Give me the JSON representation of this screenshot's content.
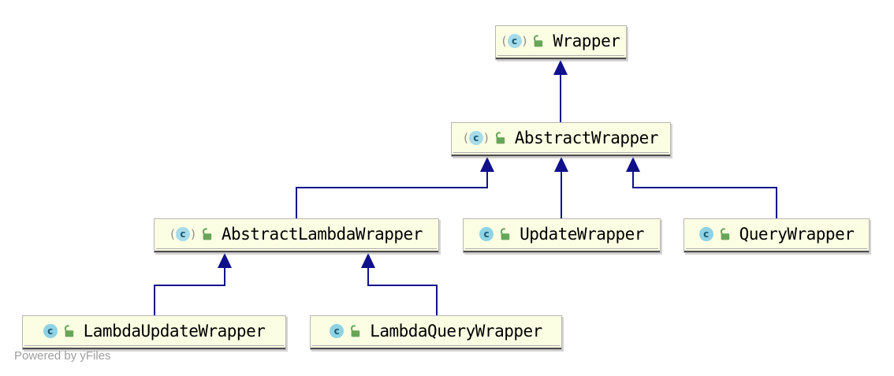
{
  "diagram": {
    "type": "class-inheritance-diagram",
    "watermark": "Powered by yFiles",
    "icon": {
      "class_letter": "c",
      "paren_open": "(",
      "paren_close": ")"
    },
    "colors": {
      "node_background": "#fcfee3",
      "edge_navy": "#10108c",
      "class_icon_blue": "#8ed2e4",
      "lock_green": "#68a55a",
      "watermark_gray": "#9e9e9e"
    },
    "nodes": [
      {
        "label": "Wrapper",
        "stereotype": "abstract-class",
        "access": "public"
      },
      {
        "label": "AbstractWrapper",
        "stereotype": "abstract-class",
        "access": "public"
      },
      {
        "label": "AbstractLambdaWrapper",
        "stereotype": "abstract-class",
        "access": "public"
      },
      {
        "label": "UpdateWrapper",
        "stereotype": "class",
        "access": "public"
      },
      {
        "label": "QueryWrapper",
        "stereotype": "class",
        "access": "public"
      },
      {
        "label": "LambdaUpdateWrapper",
        "stereotype": "class",
        "access": "public"
      },
      {
        "label": "LambdaQueryWrapper",
        "stereotype": "class",
        "access": "public"
      }
    ],
    "edges": [
      {
        "from": "AbstractWrapper",
        "to": "Wrapper",
        "type": "extends"
      },
      {
        "from": "AbstractLambdaWrapper",
        "to": "AbstractWrapper",
        "type": "extends"
      },
      {
        "from": "UpdateWrapper",
        "to": "AbstractWrapper",
        "type": "extends"
      },
      {
        "from": "QueryWrapper",
        "to": "AbstractWrapper",
        "type": "extends"
      },
      {
        "from": "LambdaUpdateWrapper",
        "to": "AbstractLambdaWrapper",
        "type": "extends"
      },
      {
        "from": "LambdaQueryWrapper",
        "to": "AbstractLambdaWrapper",
        "type": "extends"
      }
    ]
  }
}
